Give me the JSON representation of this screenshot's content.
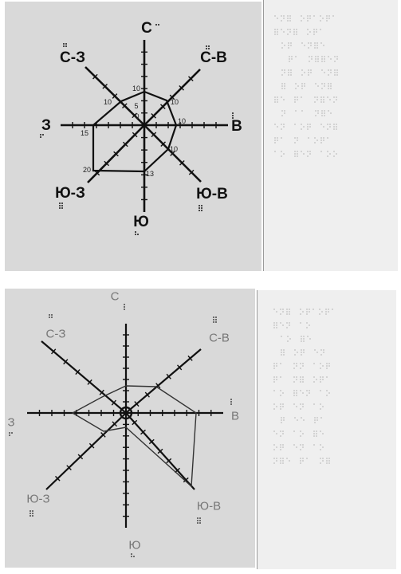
{
  "top": {
    "labels": {
      "n": "С",
      "ne": "С-В",
      "e": "В",
      "se": "Ю-В",
      "s": "Ю",
      "sw": "Ю-З",
      "w": "З",
      "nw": "С-З"
    },
    "values": {
      "n": "10",
      "ne": "10",
      "e": "10",
      "se": "10",
      "s": "13",
      "sw": "20",
      "w": "15",
      "nw": "10",
      "n_inner": "5",
      "center": "0"
    }
  },
  "bottom": {
    "labels": {
      "n": "С",
      "ne": "С-В",
      "e": "В",
      "se": "Ю-В",
      "s": "Ю",
      "sw": "Ю-З",
      "w": "З",
      "nw": "С-З"
    }
  },
  "colors": {
    "ink": "#111111",
    "board": "#d9d9d9",
    "paper": "#efefef"
  }
}
